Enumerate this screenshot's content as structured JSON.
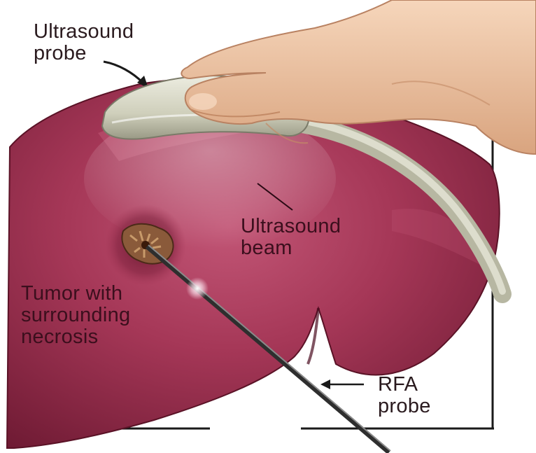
{
  "figure": {
    "labels": {
      "ultrasound_probe": "Ultrasound\nprobe",
      "ultrasound_beam": "Ultrasound\nbeam",
      "tumor": "Tumor with\nsurrounding\nnecrosis",
      "rfa_probe": "RFA\nprobe"
    },
    "colors": {
      "organ": "#9b2f4e",
      "organ_dark": "#6e1a33",
      "organ_light": "#c25676",
      "skin": "#f0c9a8",
      "skin_shadow": "#d9a47f",
      "probe_body": "#d8d8c4",
      "probe_shadow": "#9a9a86",
      "tumor": "#8a5a3a",
      "needle": "#4a4a4a",
      "frame_line": "#1a1a1a",
      "text": "#2a1a1e"
    },
    "icons": [
      "liver-organ",
      "hand",
      "ultrasound-probe-icon",
      "rfa-needle-icon",
      "tumor-icon"
    ]
  }
}
